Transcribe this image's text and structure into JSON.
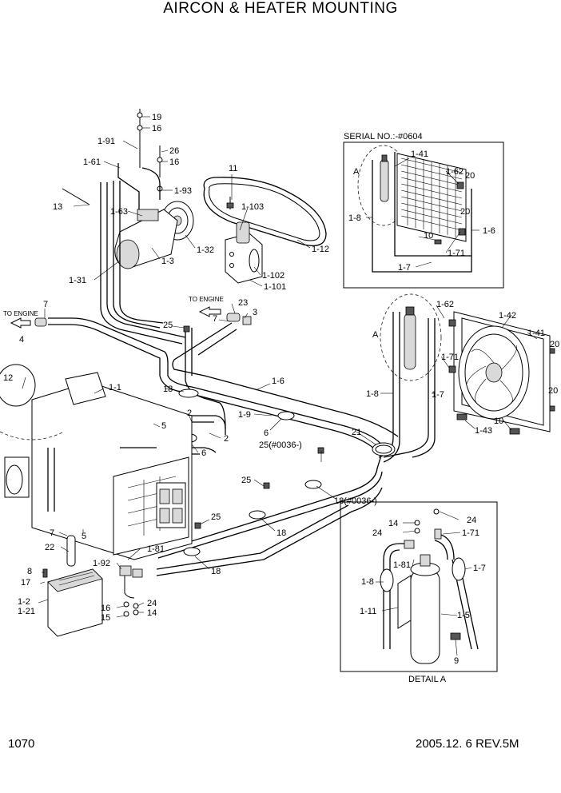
{
  "title": "AIRCON & HEATER MOUNTING",
  "page_number": "1070",
  "revision": "2005.12. 6  REV.5M",
  "callouts": {
    "serial_no": "SERIAL NO.:-#0604",
    "detail_a": "DETAIL A",
    "to_engine_left": "TO ENGINE",
    "to_engine_center": "TO ENGINE",
    "a_upper": "A",
    "a_lower": "A"
  },
  "part_labels": {
    "p19": "19",
    "p16a": "16",
    "p1_91": "1-91",
    "p26": "26",
    "p16b": "16",
    "p1_61": "1-61",
    "p1_93": "1-93",
    "p11": "11",
    "p13": "13",
    "p1_63": "1-63",
    "p1_103": "1-103",
    "p1_32": "1-32",
    "p1_3": "1-3",
    "p1_12": "1-12",
    "p1_102": "1-102",
    "p1_101": "1-101",
    "p1_31": "1-31",
    "p7a": "7",
    "p4": "4",
    "p23": "23",
    "p3": "3",
    "p7b": "7",
    "p25a": "25",
    "p12": "12",
    "p1_1": "1-1",
    "p18a": "18",
    "p1_6a": "1-6",
    "p1_9": "1-9",
    "p6a": "6",
    "p2a": "2",
    "p2b": "2",
    "p5a": "5",
    "p6b": "6",
    "p25_0036": "25(#0036-)",
    "p21": "21",
    "p1_8a": "1-8",
    "p1_7a": "1-7",
    "p1_62a": "1-62",
    "p1_42": "1-42",
    "p1_41a": "1-41",
    "p1_71a": "1-71",
    "p20a": "20",
    "p20b": "20",
    "p1_43": "1-43",
    "p10a": "10",
    "p25b": "25",
    "p18_0036": "18(#0036-)",
    "p18b": "18",
    "p25c": "25",
    "p7c": "7",
    "p5b": "5",
    "p22": "22",
    "p1_81a": "1-81",
    "p1_92": "1-92",
    "p18c": "18",
    "p8": "8",
    "p17": "17",
    "p1_2": "1-2",
    "p1_21": "1-21",
    "p16c": "16",
    "p24a": "24",
    "p15": "15",
    "p14a": "14",
    "p1_41b": "1-41",
    "p1_62b": "1-62",
    "p20c": "20",
    "p20d": "20",
    "p1_8b": "1-8",
    "p1_6b": "1-6",
    "p10b": "10",
    "p1_71b": "1-71",
    "p1_7b": "1-7",
    "p14b": "14",
    "p24b": "24",
    "p24c": "24",
    "p1_71c": "1-71",
    "p1_81b": "1-81",
    "p1_8c": "1-8",
    "p1_7c": "1-7",
    "p1_11": "1-11",
    "p1_5": "1-5",
    "p9": "9"
  }
}
